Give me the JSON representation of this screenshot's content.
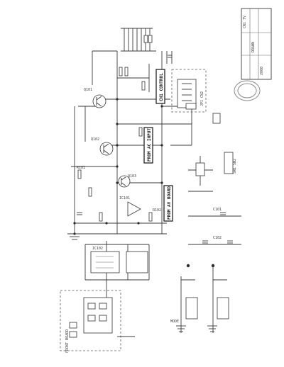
{
  "labels": {
    "box_top": "CN1 CONTROL",
    "box_mid": "FROM AC INPUT",
    "box_low": "FROM AV BOARD",
    "title_top": "CN1 TV",
    "title_mid": "DRAWN",
    "title_date": "2000",
    "connector": "JP1 CN2",
    "note_right": "SW1 SW2",
    "front_board": "FRONT BOARD",
    "mode_pin": "MODE",
    "ic_main": "IC101",
    "ic_reg": "IC102",
    "q1": "Q101",
    "q2": "Q102",
    "q3": "Q103",
    "r1": "R101",
    "r2": "R102",
    "c1": "C101",
    "c2": "C102"
  }
}
